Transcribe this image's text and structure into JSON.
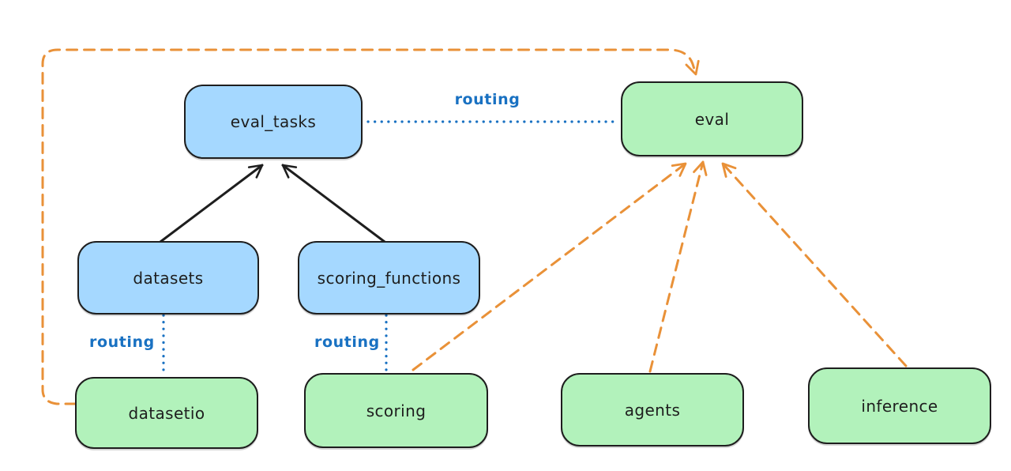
{
  "diagram": {
    "nodes": [
      {
        "id": "eval_tasks",
        "label": "eval_tasks",
        "color": "blue"
      },
      {
        "id": "eval",
        "label": "eval",
        "color": "green"
      },
      {
        "id": "datasets",
        "label": "datasets",
        "color": "blue"
      },
      {
        "id": "scoring_functions",
        "label": "scoring_functions",
        "color": "blue"
      },
      {
        "id": "datasetio",
        "label": "datasetio",
        "color": "green"
      },
      {
        "id": "scoring",
        "label": "scoring",
        "color": "green"
      },
      {
        "id": "agents",
        "label": "agents",
        "color": "green"
      },
      {
        "id": "inference",
        "label": "inference",
        "color": "green"
      }
    ],
    "edges": [
      {
        "from": "datasets",
        "to": "eval_tasks",
        "style": "solid",
        "color": "black",
        "label": ""
      },
      {
        "from": "scoring_functions",
        "to": "eval_tasks",
        "style": "solid",
        "color": "black",
        "label": ""
      },
      {
        "from": "eval_tasks",
        "to": "eval",
        "style": "dotted",
        "color": "blue",
        "label": "routing"
      },
      {
        "from": "datasets",
        "to": "datasetio",
        "style": "dotted",
        "color": "blue",
        "label": "routing"
      },
      {
        "from": "scoring_functions",
        "to": "scoring",
        "style": "dotted",
        "color": "blue",
        "label": "routing"
      },
      {
        "from": "datasetio",
        "to": "eval",
        "style": "dashed",
        "color": "orange",
        "label": ""
      },
      {
        "from": "scoring",
        "to": "eval",
        "style": "dashed",
        "color": "orange",
        "label": ""
      },
      {
        "from": "agents",
        "to": "eval",
        "style": "dashed",
        "color": "orange",
        "label": ""
      },
      {
        "from": "inference",
        "to": "eval",
        "style": "dashed",
        "color": "orange",
        "label": ""
      }
    ]
  },
  "colors": {
    "blue_fill": "#a5d8ff",
    "green_fill": "#b2f2bb",
    "node_stroke": "#1e1e1e",
    "text": "#1e1e1e",
    "routing_blue": "#1971c2",
    "orange": "#e99138",
    "background": "#ffffff"
  }
}
